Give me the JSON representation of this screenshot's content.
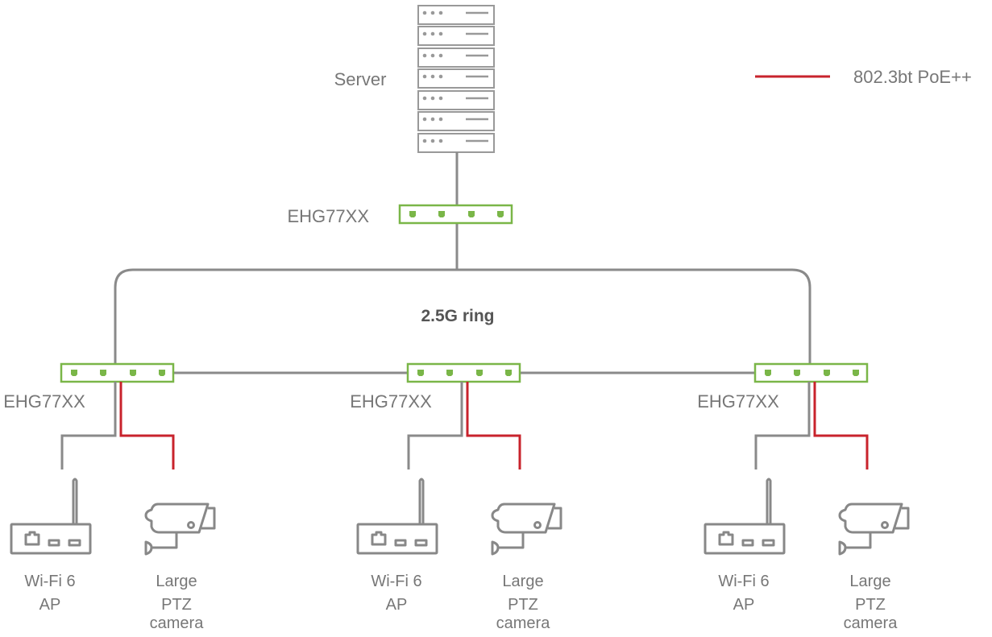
{
  "server": {
    "label": "Server"
  },
  "core_switch": {
    "label": "EHG77XX"
  },
  "ring": {
    "label": "2.5G ring"
  },
  "legend": {
    "label": "802.3bt PoE++",
    "color": "#c8232c"
  },
  "branches": [
    {
      "switch_label": "EHG77XX",
      "ap_line1": "Wi-Fi 6",
      "ap_line2": "AP",
      "cam_line1": "Large",
      "cam_line2": "PTZ",
      "cam_line3": "camera"
    },
    {
      "switch_label": "EHG77XX",
      "ap_line1": "Wi-Fi 6",
      "ap_line2": "AP",
      "cam_line1": "Large",
      "cam_line2": "PTZ",
      "cam_line3": "camera"
    },
    {
      "switch_label": "EHG77XX",
      "ap_line1": "Wi-Fi 6",
      "ap_line2": "AP",
      "cam_line1": "Large",
      "cam_line2": "PTZ",
      "cam_line3": "camera"
    }
  ],
  "colors": {
    "switch": "#7ab648",
    "link": "#8a8a8a",
    "poe": "#c8232c"
  }
}
